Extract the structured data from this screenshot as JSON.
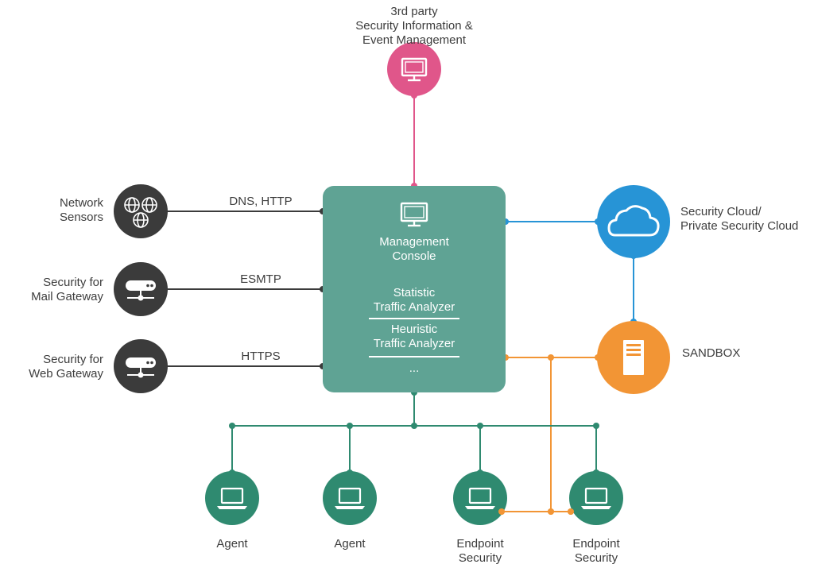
{
  "colors": {
    "pink": "#e0568a",
    "blue": "#2794d6",
    "orange": "#f29535",
    "dark": "#3b3b3b",
    "teal_node": "#2f8a70",
    "console": "#5fa394",
    "line_dark": "#3b3b3b",
    "line_teal": "#2f8a70",
    "line_orange": "#f29535"
  },
  "nodes": {
    "siem": {
      "label_lines": [
        "3rd party",
        "Security Information &",
        "Event Management"
      ],
      "icon": "monitor-icon"
    },
    "network_sensors": {
      "label_lines": [
        "Network",
        "Sensors"
      ],
      "icon": "globe-cluster-icon"
    },
    "mail_gateway": {
      "label_lines": [
        "Security for",
        "Mail Gateway"
      ],
      "icon": "server-icon"
    },
    "web_gateway": {
      "label_lines": [
        "Security for",
        "Web Gateway"
      ],
      "icon": "server-icon"
    },
    "security_cloud": {
      "label_lines": [
        "Security Cloud/",
        "Private Security Cloud"
      ],
      "icon": "cloud-icon"
    },
    "sandbox": {
      "label": "SANDBOX",
      "icon": "tower-pc-icon"
    },
    "agent_1": {
      "label": "Agent",
      "icon": "laptop-icon"
    },
    "agent_2": {
      "label": "Agent",
      "icon": "laptop-icon"
    },
    "endpoint_1": {
      "label_lines": [
        "Endpoint",
        "Security"
      ],
      "icon": "laptop-icon"
    },
    "endpoint_2": {
      "label_lines": [
        "Endpoint",
        "Security"
      ],
      "icon": "laptop-icon"
    }
  },
  "console": {
    "icon": "monitor-icon",
    "title_lines": [
      "Management",
      "Console"
    ],
    "analyzer_1_lines": [
      "Statistic",
      "Traffic Analyzer"
    ],
    "analyzer_2_lines": [
      "Heuristic",
      "Traffic Analyzer"
    ],
    "more": "..."
  },
  "edges": {
    "network_sensors": "DNS, HTTP",
    "mail_gateway": "ESMTP",
    "web_gateway": "HTTPS"
  }
}
